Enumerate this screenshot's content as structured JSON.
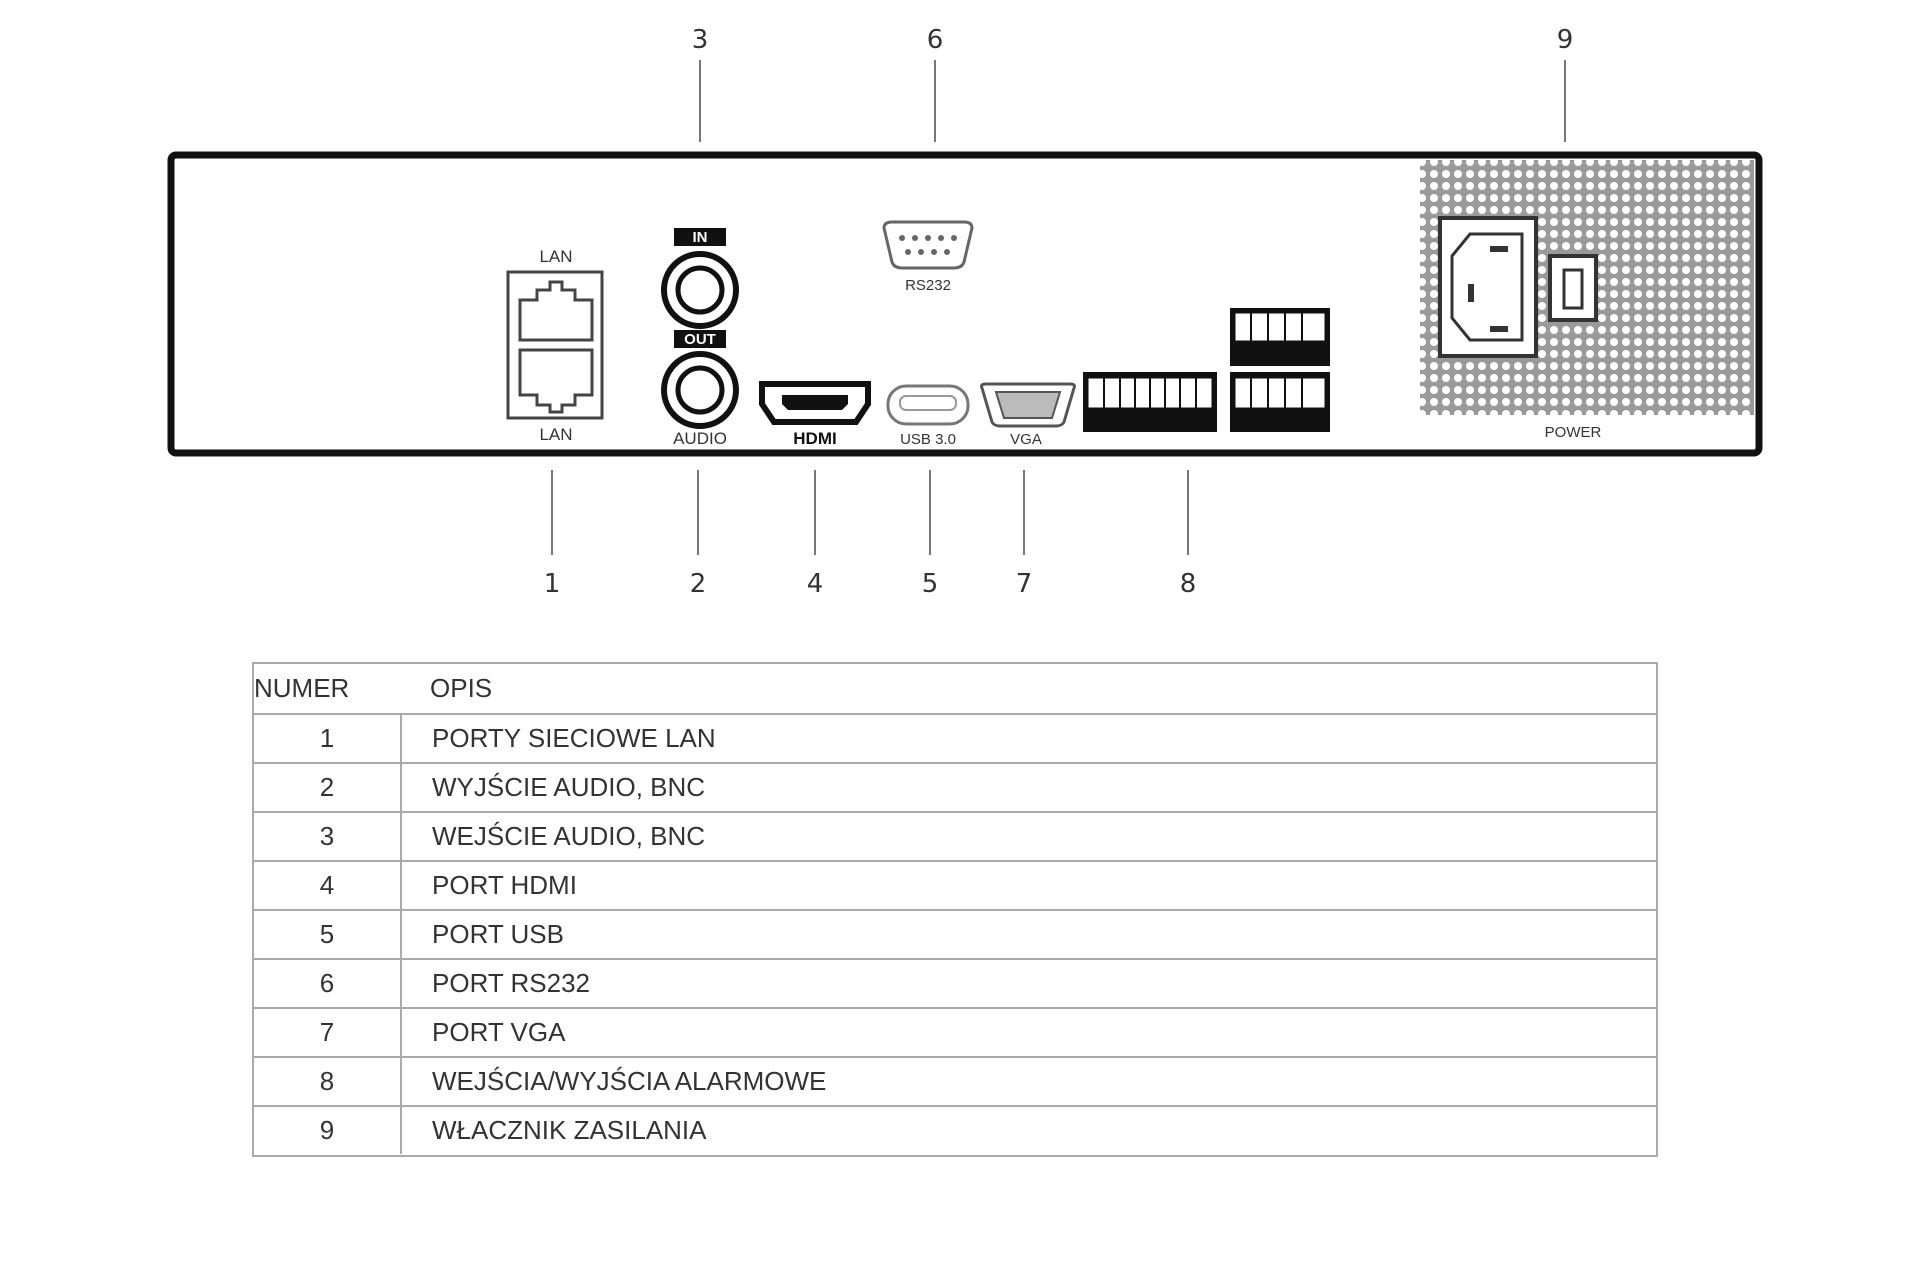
{
  "callouts_top": [
    "3",
    "6",
    "9"
  ],
  "callouts_bottom": [
    "1",
    "2",
    "4",
    "5",
    "7",
    "8"
  ],
  "port_labels": {
    "lan_top": "LAN",
    "lan_bottom": "LAN",
    "audio_in": "IN",
    "audio_out": "OUT",
    "audio": "AUDIO",
    "hdmi": "HDMI",
    "usb": "USB 3.0",
    "vga": "VGA",
    "rs232": "RS232",
    "power": "POWER"
  },
  "table": {
    "headers": [
      "NUMER",
      "OPIS"
    ],
    "rows": [
      {
        "num": "1",
        "desc": "PORTY SIECIOWE LAN"
      },
      {
        "num": "2",
        "desc": "WYJŚCIE AUDIO, BNC"
      },
      {
        "num": "3",
        "desc": "WEJŚCIE AUDIO, BNC"
      },
      {
        "num": "4",
        "desc": "PORT HDMI"
      },
      {
        "num": "5",
        "desc": "PORT USB"
      },
      {
        "num": "6",
        "desc": "PORT RS232"
      },
      {
        "num": "7",
        "desc": "PORT VGA"
      },
      {
        "num": "8",
        "desc": "WEJŚCIA/WYJŚCIA ALARMOWE"
      },
      {
        "num": "9",
        "desc": "WŁACZNIK ZASILANIA"
      }
    ]
  },
  "colors": {
    "panel_border": "#111111",
    "table_border": "#aaaaaa",
    "text": "#333333"
  }
}
